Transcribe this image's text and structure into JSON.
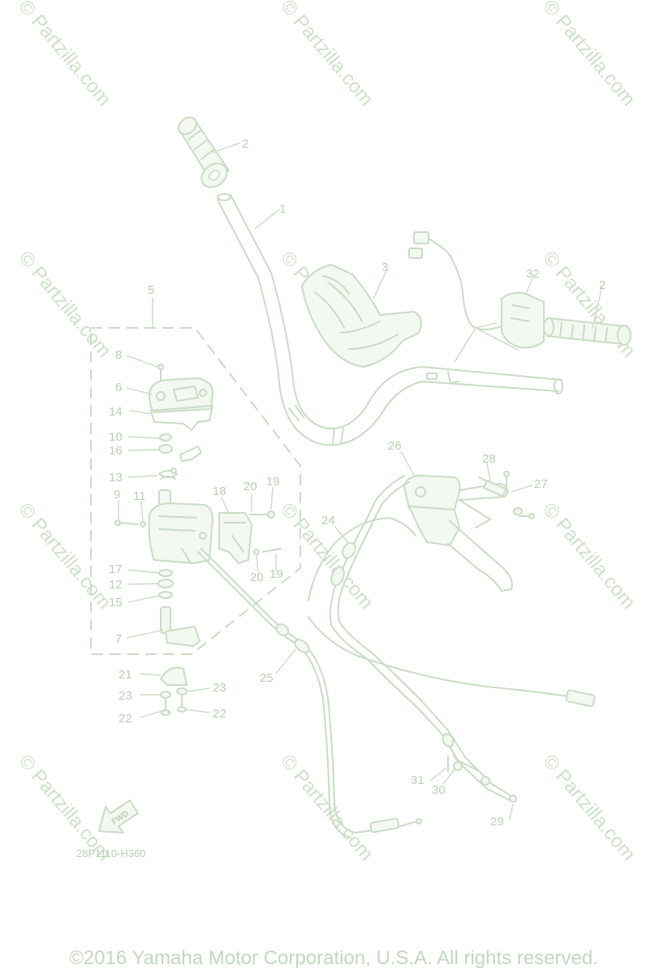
{
  "watermark": "© Partzilla.com",
  "diagram_code": "28P1110-H360",
  "fwd_label": "FWD",
  "copyright": "©2016 Yamaha Motor Corporation, U.S.A. All rights reserved.",
  "callouts": {
    "c1": "1",
    "c2a": "2",
    "c2b": "2",
    "c3": "3",
    "c5": "5",
    "c6": "6",
    "c7": "7",
    "c8": "8",
    "c9": "9",
    "c10": "10",
    "c11": "11",
    "c12": "12",
    "c13": "13",
    "c14": "14",
    "c15": "15",
    "c16": "16",
    "c17": "17",
    "c18": "18",
    "c19a": "19",
    "c19b": "19",
    "c20a": "20",
    "c20b": "20",
    "c21": "21",
    "c22a": "22",
    "c22b": "22",
    "c23a": "23",
    "c23b": "23",
    "c24": "24",
    "c25": "25",
    "c26": "26",
    "c27": "27",
    "c28": "28",
    "c29": "29",
    "c30": "30",
    "c31": "31",
    "c32": "32"
  }
}
